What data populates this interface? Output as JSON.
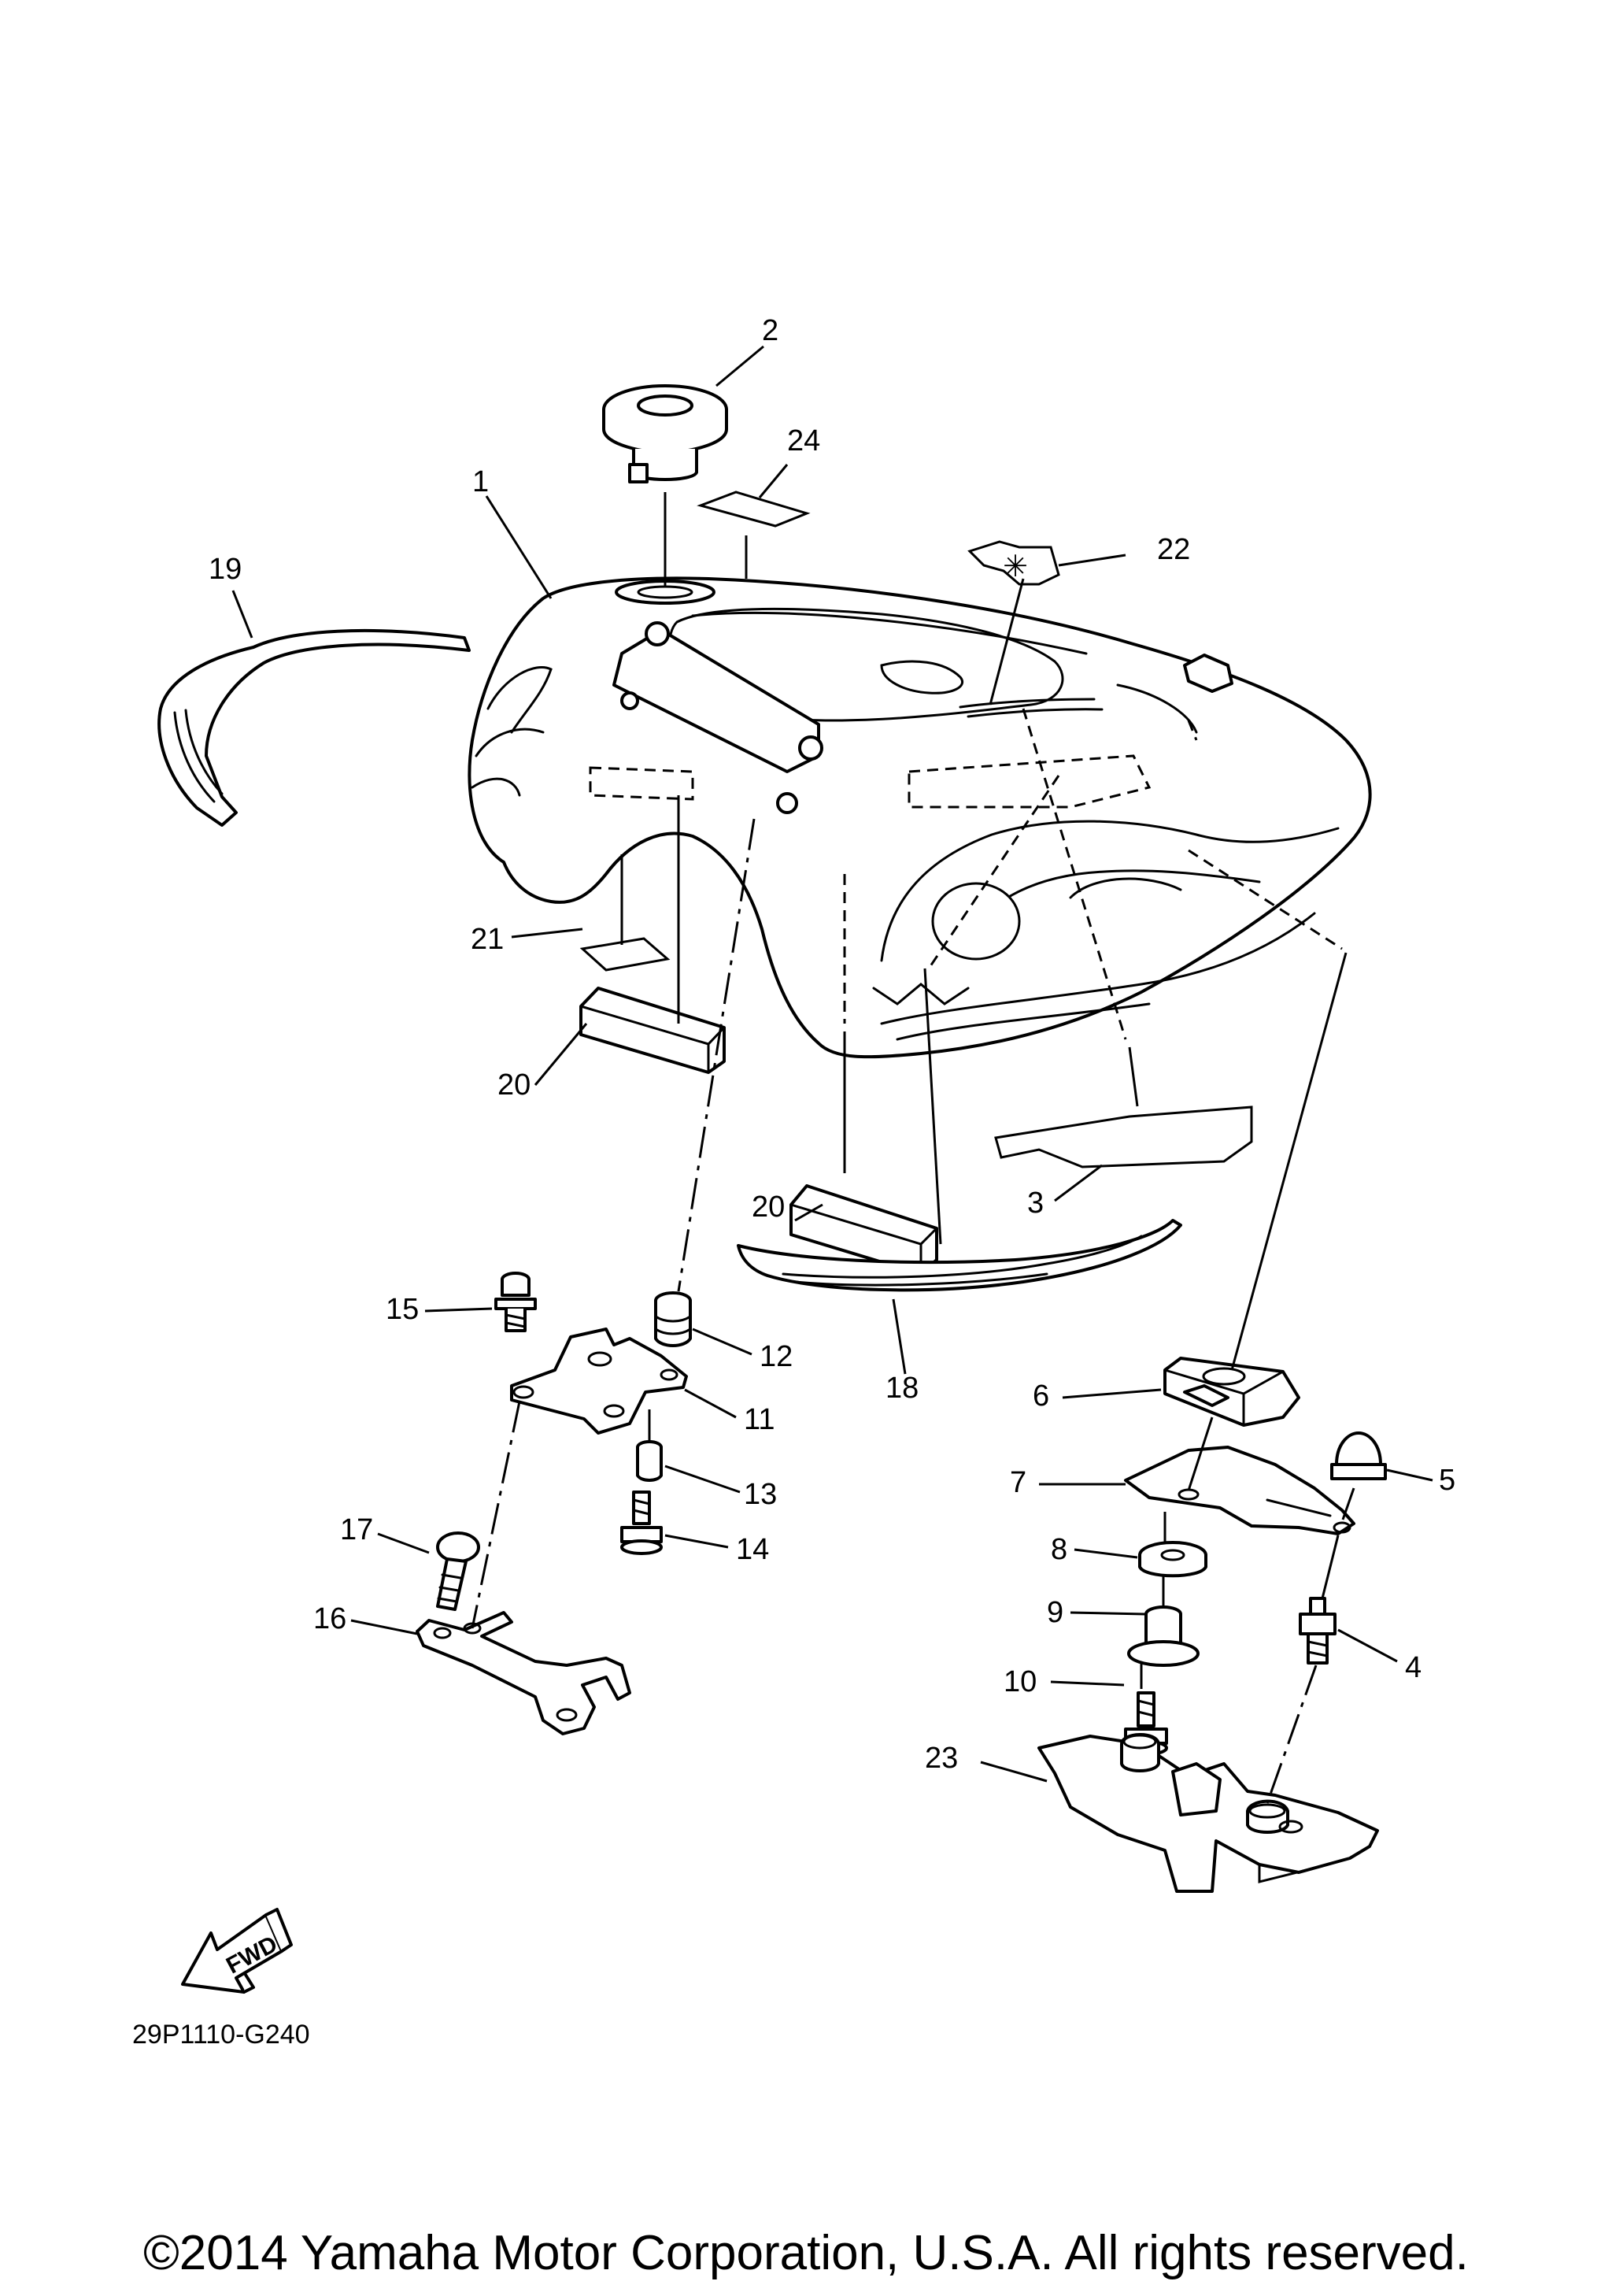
{
  "diagram_code": "29P1110-G240",
  "copyright": "©2014 Yamaha Motor Corporation, U.S.A. All rights reserved.",
  "fwd_label": "FWD",
  "callouts": {
    "c1": "1",
    "c2": "2",
    "c3": "3",
    "c4": "4",
    "c5": "5",
    "c6": "6",
    "c7": "7",
    "c8": "8",
    "c9": "9",
    "c10": "10",
    "c11": "11",
    "c12": "12",
    "c13": "13",
    "c14": "14",
    "c15": "15",
    "c16": "16",
    "c17": "17",
    "c18": "18",
    "c19": "19",
    "c20a": "20",
    "c20b": "20",
    "c21": "21",
    "c22": "22",
    "c23": "23",
    "c24": "24"
  }
}
